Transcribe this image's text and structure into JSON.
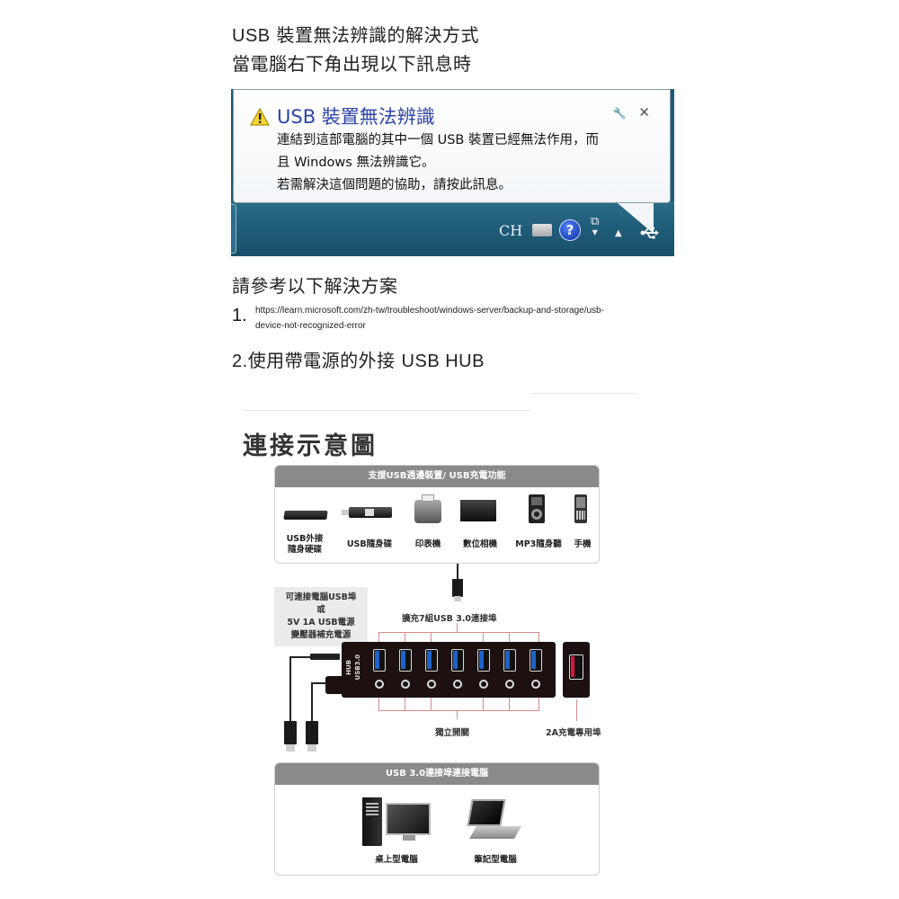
{
  "intro": {
    "title_prefix": "USB",
    "title_rest": " 裝置無法辨識的解決方式",
    "subtitle": "當電腦右下角出現以下訊息時"
  },
  "notification": {
    "title": "USB 裝置無法辨識",
    "body_lines": [
      "連結到這部電腦的其中一個 USB 裝置已經無法作用，而",
      "且 Windows 無法辨識它。",
      "若需解決這個問題的協助，請按此訊息。"
    ],
    "icons": {
      "warning": "warning-icon",
      "options": "wrench-icon",
      "close": "close-icon"
    },
    "close_glyph": "✕",
    "options_glyph": "🔧",
    "tray": {
      "language": "CH",
      "keyboard": "keyboard-icon",
      "help_glyph": "?",
      "network": "network-icon",
      "show_hidden_glyph": "▲",
      "usb_glyph": "⭍"
    }
  },
  "solutions": {
    "heading": "請參考以下解決方案",
    "items": [
      {
        "number": "1.",
        "link_line1": "https://learn.microsoft.com/zh-tw/troubleshoot/windows-server/backup-and-storage/usb-",
        "link_line2": "device-not-recognized-error"
      },
      {
        "number": "2.",
        "text": "使用帶電源的外接 ",
        "text_en": "USB HUB"
      }
    ]
  },
  "diagram": {
    "title": "連接示意圖",
    "top_panel": {
      "header": "支援USB週邊裝置/ USB充電功能",
      "devices": [
        {
          "label_line1": "USB外接",
          "label_line2": "隨身硬碟"
        },
        {
          "label_line1": "USB隨身碟",
          "label_line2": ""
        },
        {
          "label_line1": "印表機",
          "label_line2": ""
        },
        {
          "label_line1": "數位相機",
          "label_line2": ""
        },
        {
          "label_line1": "MP3隨身聽",
          "label_line2": ""
        },
        {
          "label_line1": "手機",
          "label_line2": ""
        }
      ]
    },
    "power_note": [
      "可連接電腦USB埠或",
      "5V 1A USB電源",
      "變壓器補充電源"
    ],
    "ports_label": "擴充7組USB 3.0連接埠",
    "hub_label_1": "USB3.0",
    "hub_label_2": "HUB",
    "port_count": 7,
    "switch_label": "獨立開關",
    "charge_label": "2A充電專用埠",
    "bottom_panel": {
      "header": "USB 3.0連接埠連接電腦",
      "devices": [
        {
          "label": "桌上型電腦"
        },
        {
          "label": "筆記型電腦"
        }
      ]
    },
    "colors": {
      "panel_header": "#8a8a8a",
      "port_blue": "#1e63c7",
      "charge_red": "#e0143c",
      "hub_body": "#1c1010",
      "guide_line": "#d98a8a"
    }
  }
}
